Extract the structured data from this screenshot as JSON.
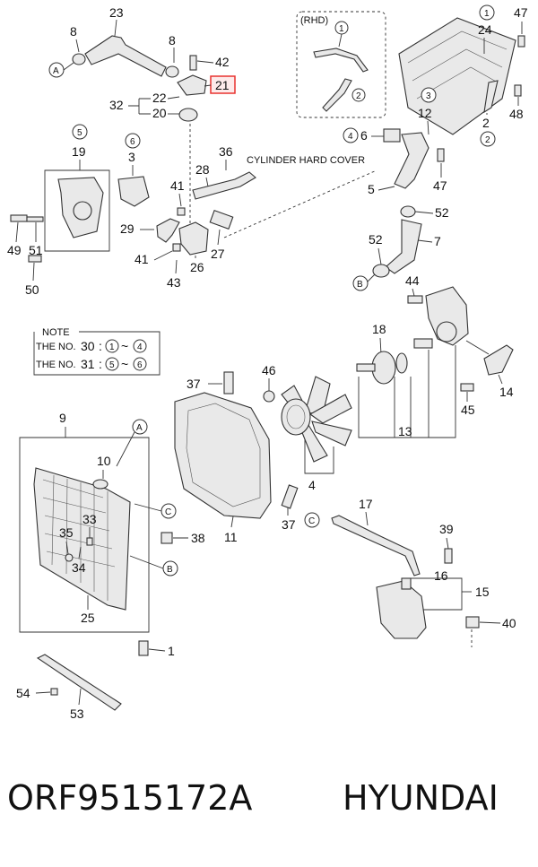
{
  "diagram": {
    "highlight_color": "#e8322f",
    "labels": {
      "23": "23",
      "8a": "8",
      "8b": "8",
      "42": "42",
      "21": "21",
      "22": "22",
      "32": "32",
      "20": "20",
      "5c": "5",
      "19": "19",
      "6c": "6",
      "3": "3",
      "36": "36",
      "28": "28",
      "41a": "41",
      "29": "29",
      "41b": "41",
      "27": "27",
      "26": "26",
      "43": "43",
      "49": "49",
      "51": "51",
      "50": "50",
      "1c_top": "1",
      "24": "24",
      "47a": "47",
      "48": "48",
      "3c": "3",
      "12": "12",
      "4c": "4",
      "6": "6",
      "2": "2",
      "2c": "2",
      "47b": "47",
      "5": "5",
      "52a": "52",
      "52b": "52",
      "7": "7",
      "44": "44",
      "18": "18",
      "46": "46",
      "37a": "37",
      "14": "14",
      "45": "45",
      "13": "13",
      "9": "9",
      "10": "10",
      "4": "4",
      "33": "33",
      "35": "35",
      "34": "34",
      "38": "38",
      "37b": "37",
      "11": "11",
      "17": "17",
      "39": "39",
      "16": "16",
      "15": "15",
      "25": "25",
      "40": "40",
      "1": "1",
      "54": "54",
      "53": "53",
      "rhd_1c": "1",
      "rhd_2c": "2"
    },
    "rhd": "(RHD)",
    "cylinder_hard_cover": "CYLINDER HARD COVER",
    "note": {
      "title": "NOTE",
      "row1": {
        "prefix": "THE NO.",
        "num": "30",
        "sep": ":",
        "from": "1",
        "tilde": "~",
        "to": "4"
      },
      "row2": {
        "prefix": "THE NO.",
        "num": "31",
        "sep": ":",
        "from": "5",
        "tilde": "~",
        "to": "6"
      }
    },
    "refs": {
      "A1": "A",
      "A2": "A",
      "B1": "B",
      "B2": "B",
      "C1": "C",
      "C2": "C"
    }
  },
  "footer": {
    "part_number": "ORF9515172A",
    "brand": "HYUNDAI"
  }
}
